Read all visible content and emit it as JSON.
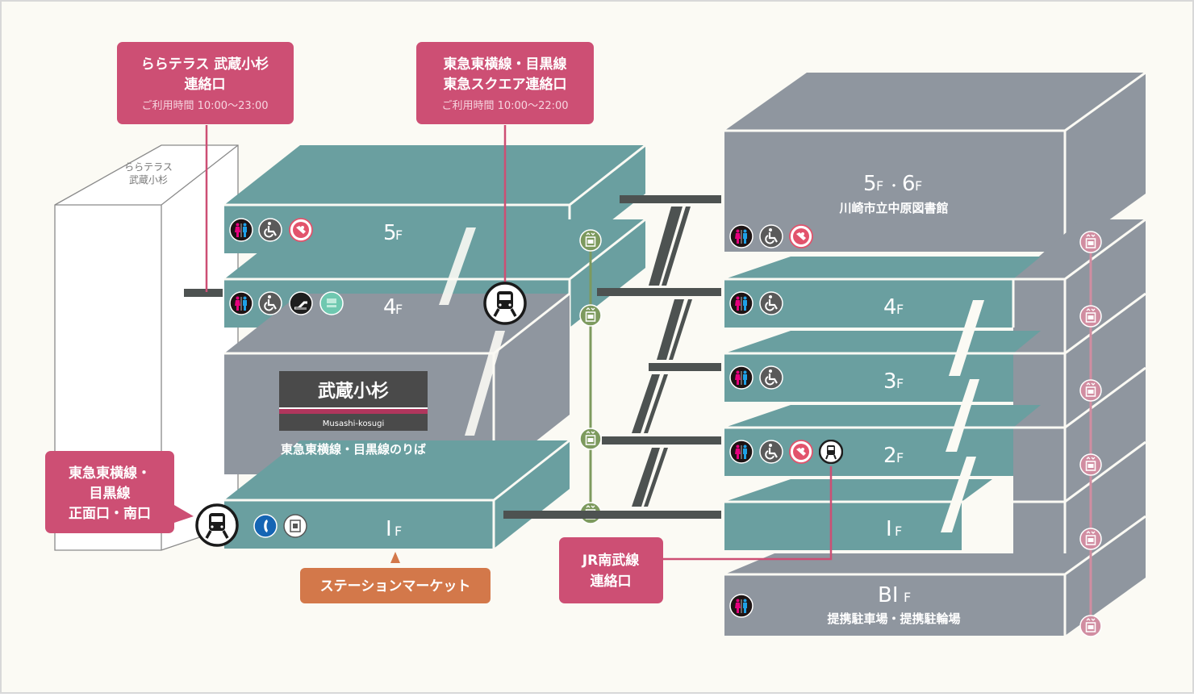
{
  "colors": {
    "background": "#fbfaf4",
    "teal_floor": "#6a9fa0",
    "gray_block": "#8f969f",
    "pink_callout": "#cd4f74",
    "orange_callout": "#d3784a",
    "elevator_green": "#7d9a5e",
    "elevator_pink": "#d18da1",
    "bridge_dark": "#4d5251",
    "sign_dark": "#4a4a4a",
    "sign_stripe": "#b0365d"
  },
  "callouts": {
    "lalaterrace": {
      "line1": "ららテラス 武蔵小杉",
      "line2": "連絡口",
      "hours": "ご利用時間 10:00〜23:00"
    },
    "tokyu_square": {
      "line1": "東急東横線・目黒線",
      "line2": "東急スクエア連絡口",
      "hours": "ご利用時間 10:00〜22:00"
    },
    "main_south": {
      "line1": "東急東横線・",
      "line2": "目黒線",
      "line3": "正面口・南口"
    },
    "jr_nambu": {
      "line1": "JR南武線",
      "line2": "連絡口"
    },
    "station_market": {
      "label": "ステーションマーケット"
    }
  },
  "lalaterrace_building": {
    "line1": "ららテラス",
    "line2": "武蔵小杉"
  },
  "station_building": {
    "floors": [
      {
        "num": "5",
        "suffix": "F",
        "icons": [
          "restroom-icon",
          "wheelchair-icon",
          "nursing-room-icon"
        ]
      },
      {
        "num": "4",
        "suffix": "F",
        "icons": [
          "restroom-icon",
          "wheelchair-icon",
          "escalator-icon",
          "cafe-icon"
        ]
      },
      {
        "num": "I",
        "suffix": "F",
        "icons": [
          "phone-icon",
          "locker-icon"
        ]
      }
    ],
    "sign": {
      "name_jp": "武蔵小杉",
      "name_en": "Musashi-kosugi"
    },
    "platform_label": "東急東横線・目黒線のりば"
  },
  "right_building": {
    "top": {
      "label": "5F・6F",
      "num1": "5",
      "num2": "6",
      "suffix": "F",
      "sep": "・",
      "sublabel": "川崎市立中原図書館",
      "icons": [
        "restroom-icon",
        "wheelchair-icon",
        "nursing-room-icon"
      ]
    },
    "floors": [
      {
        "num": "4",
        "suffix": "F",
        "icons": [
          "restroom-icon",
          "wheelchair-icon"
        ]
      },
      {
        "num": "3",
        "suffix": "F",
        "icons": [
          "restroom-icon",
          "wheelchair-icon"
        ]
      },
      {
        "num": "2",
        "suffix": "F",
        "icons": [
          "restroom-icon",
          "wheelchair-icon",
          "nursing-room-icon",
          "train-icon"
        ]
      },
      {
        "num": "I",
        "suffix": "F",
        "icons": []
      }
    ],
    "basement": {
      "num": "BI",
      "suffix": "F",
      "sublabel": "提携駐車場・提携駐輪場",
      "icons": [
        "restroom-icon"
      ]
    }
  }
}
